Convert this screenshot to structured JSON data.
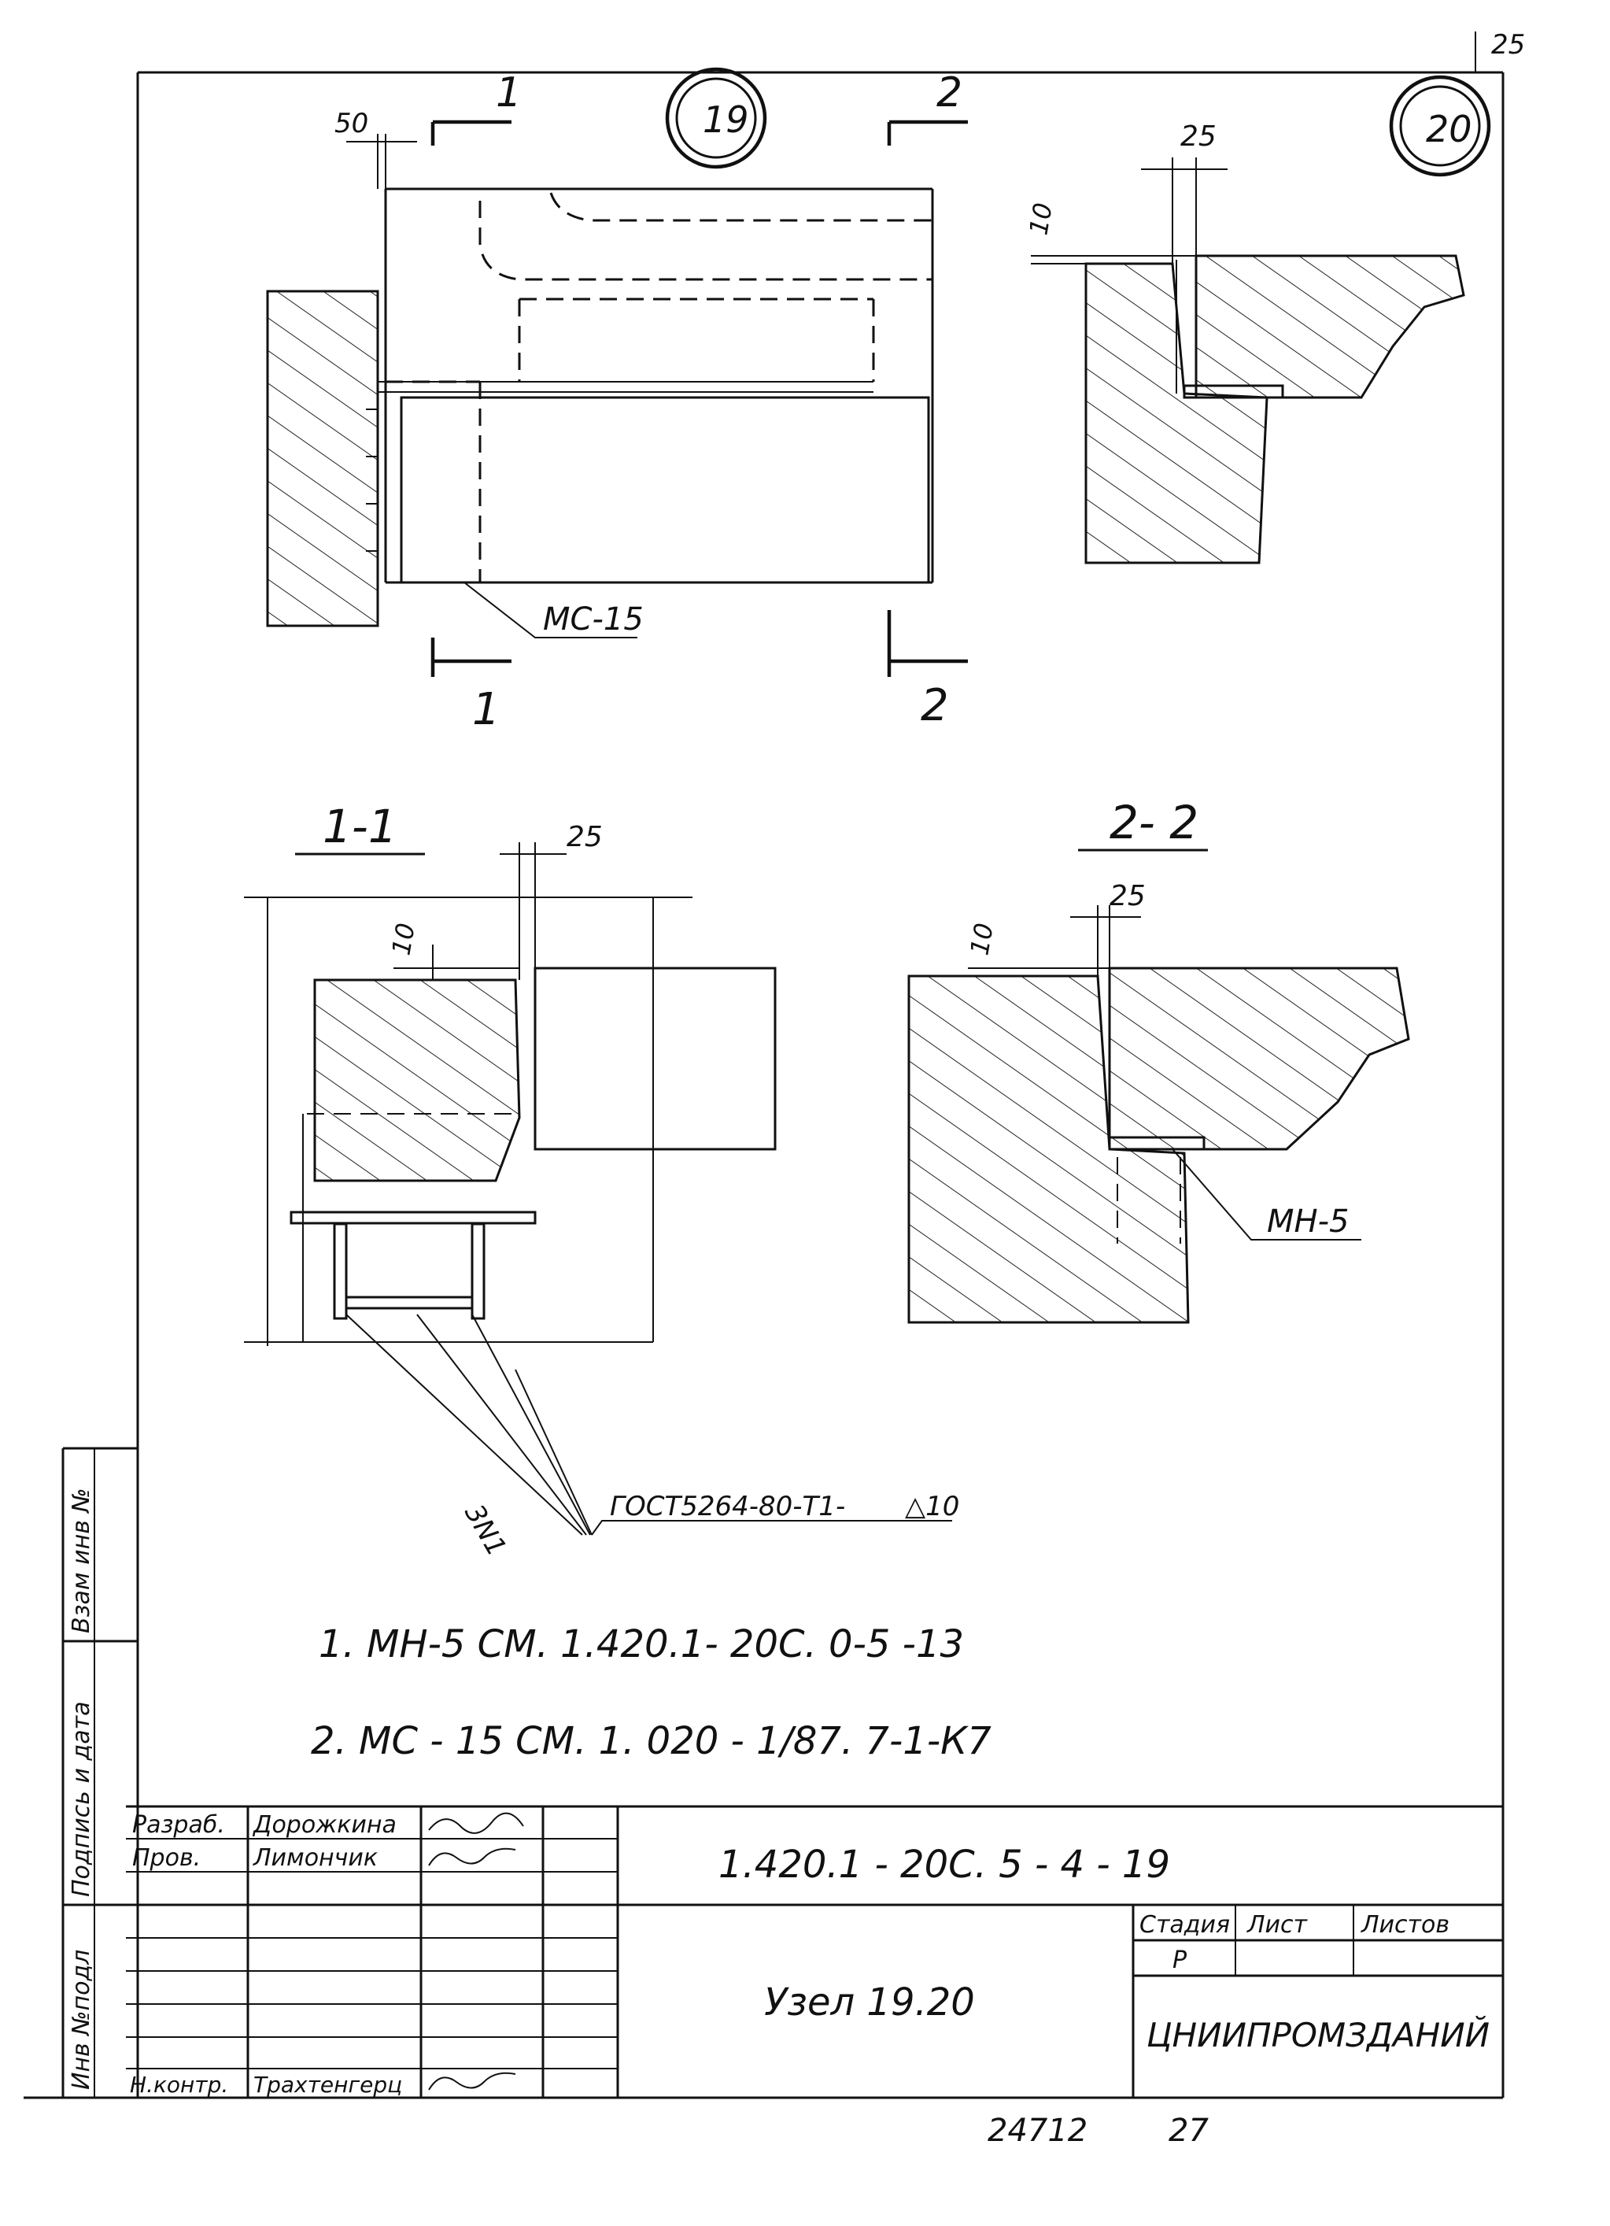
{
  "sheet": {
    "page_corner_number": "25",
    "bottom_number_left": "24712",
    "bottom_number_right": "27"
  },
  "views": {
    "node_19_marker": "19",
    "node_20_marker": "20",
    "section_1_label": "1",
    "section_2_label": "2",
    "section_1_1_title": "1-1",
    "section_2_2_title": "2- 2"
  },
  "dimensions": {
    "top_left_50": "50",
    "top_right_25": "25",
    "top_right_10": "10",
    "s11_25": "25",
    "s11_10": "10",
    "s22_25": "25",
    "s22_10": "10"
  },
  "callouts": {
    "mc15": "МС-15",
    "mh5": "МН-5",
    "weld_3n1": "3N1",
    "weld_standard": "ГОСТ5264-80-Т1-",
    "weld_size": "△10"
  },
  "notes": [
    "1. МН-5 СМ. 1.420.1- 20С. 0-5 -13",
    "2. МС - 15 СМ.  1. 020 - 1/87. 7-1-К7"
  ],
  "side_stamp": {
    "box1": "Взам инв №",
    "box2": "Подпись и дата",
    "box3": "Инв №подл"
  },
  "title_block": {
    "role_developer": "Разраб.",
    "name_developer": "Дорожкина",
    "role_checker": "Пров.",
    "name_checker": "Лимончик",
    "role_norm": "Н.контр.",
    "name_norm": "Трахтенгерц",
    "document_code": "1.420.1 - 20С. 5 - 4 - 19",
    "title": "Узел  19.20",
    "stage_header": "Стадия",
    "sheet_header": "Лист",
    "sheets_header": "Листов",
    "stage_value": "Р",
    "sheet_value": "",
    "sheets_value": "",
    "organization": "ЦНИИПРОМЗДАНИЙ"
  }
}
